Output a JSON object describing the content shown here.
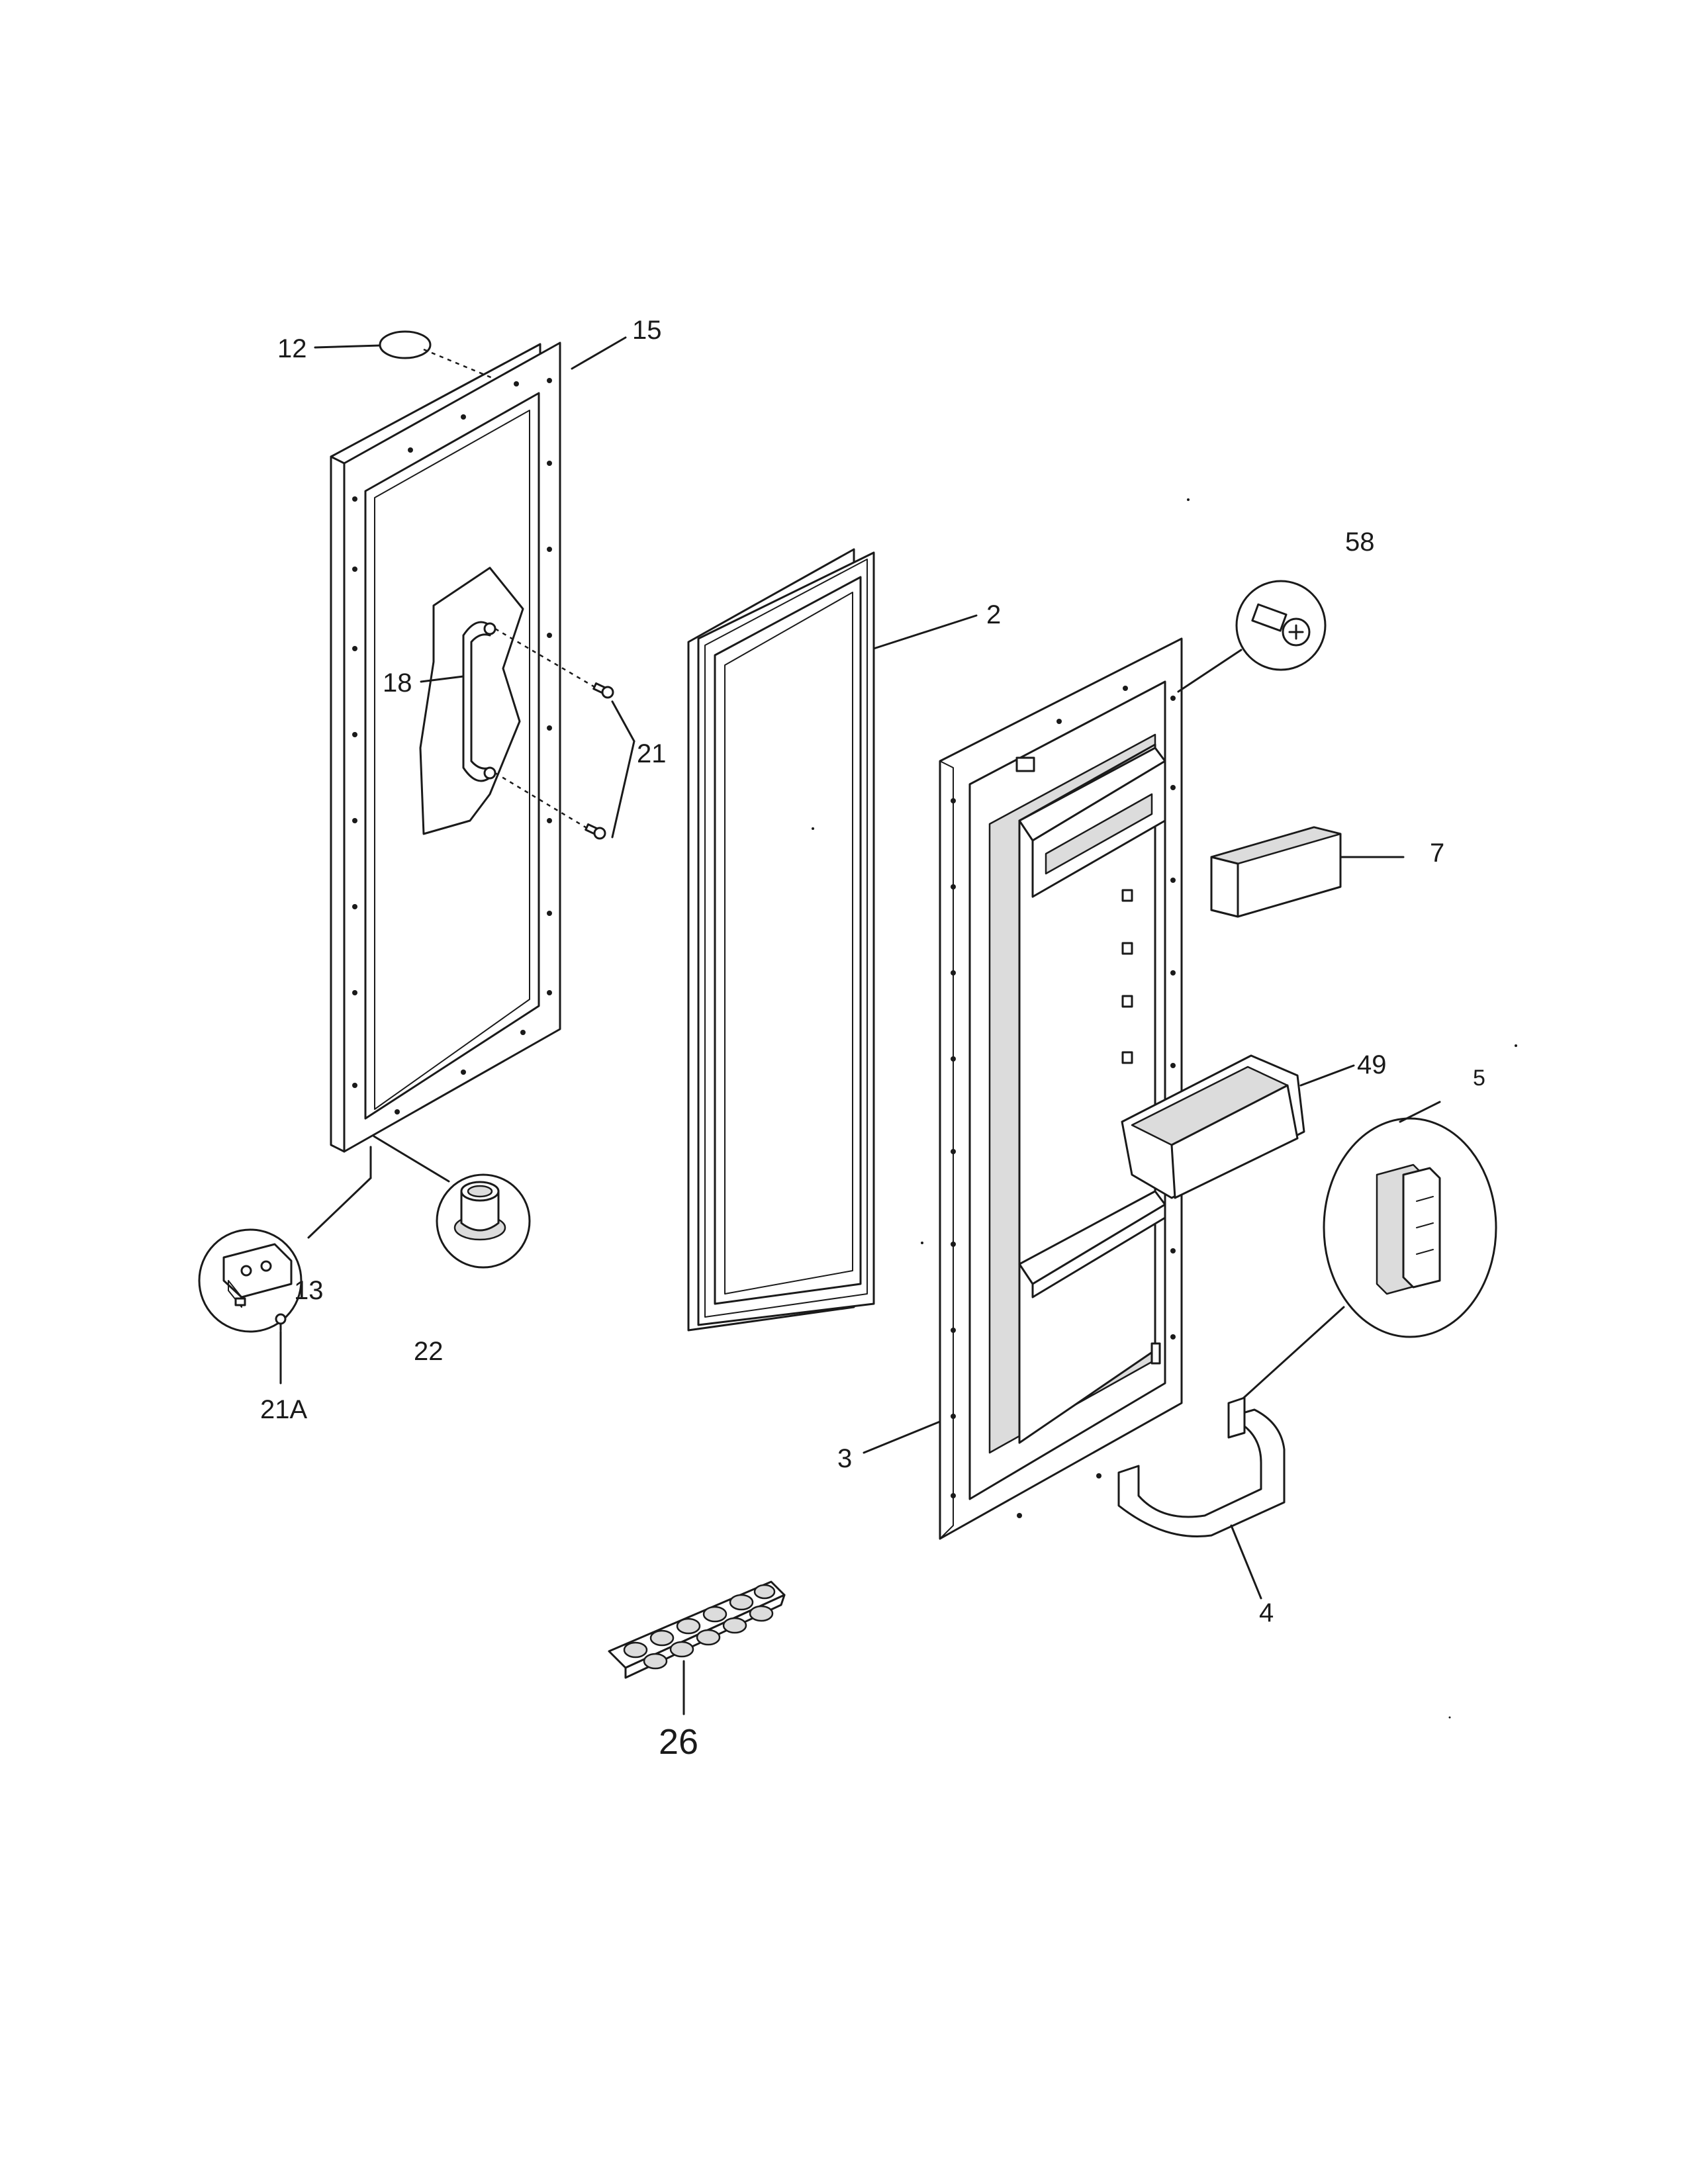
{
  "callouts": {
    "c12": "12",
    "c15": "15",
    "c18": "18",
    "c21": "21",
    "c13": "13",
    "c21a": "21A",
    "c22": "22",
    "c2": "2",
    "c58": "58",
    "c7": "7",
    "c49": "49",
    "c5": "5",
    "c3": "3",
    "c4": "4",
    "c26": "26"
  }
}
